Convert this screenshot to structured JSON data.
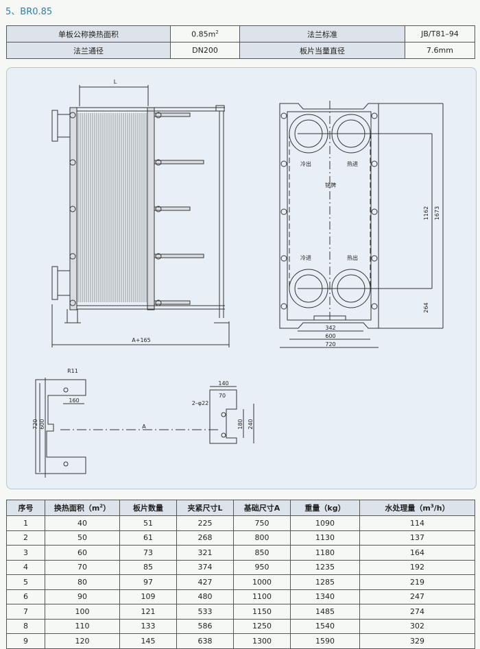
{
  "title": "5、BR0.85",
  "spec": {
    "r1": {
      "k1": "单板公称换热面积",
      "v1": "0.85m",
      "v1_sup": "2",
      "k2": "法兰标准",
      "v2": "JB/T81–94"
    },
    "r2": {
      "k1": "法兰通径",
      "v1": "DN200",
      "k2": "板片当量直径",
      "v2": "7.6mm"
    }
  },
  "drawing": {
    "side": {
      "L": "L",
      "A165": "A+165"
    },
    "front": {
      "cold_out": "冷出",
      "hot_in": "热进",
      "nameplate": "铭牌",
      "cold_in": "冷进",
      "hot_out": "热出",
      "d1162": "1162",
      "d1673": "1673",
      "d264": "264",
      "d342": "342",
      "d600": "600",
      "d720": "720"
    },
    "foundation": {
      "R11": "R11",
      "d160": "160",
      "d720": "720",
      "d600": "600",
      "A": "A",
      "d140": "140",
      "d70": "70",
      "hole": "2–φ22",
      "d180": "180",
      "d240": "240"
    }
  },
  "table": {
    "headers": [
      "序号",
      "换热面积（m",
      "板片数量",
      "夹紧尺寸L",
      "基础尺寸A",
      "重量（kg）",
      "水处理量（m"
    ],
    "header_sup": {
      "area": "2",
      "flow": "3"
    },
    "header_tail": {
      "area": "）",
      "flow": "/h）"
    },
    "rows": [
      [
        "1",
        "40",
        "51",
        "225",
        "750",
        "1090",
        "114"
      ],
      [
        "2",
        "50",
        "61",
        "268",
        "800",
        "1130",
        "137"
      ],
      [
        "3",
        "60",
        "73",
        "321",
        "850",
        "1180",
        "164"
      ],
      [
        "4",
        "70",
        "85",
        "374",
        "950",
        "1235",
        "192"
      ],
      [
        "5",
        "80",
        "97",
        "427",
        "1000",
        "1285",
        "219"
      ],
      [
        "6",
        "90",
        "109",
        "480",
        "1100",
        "1340",
        "247"
      ],
      [
        "7",
        "100",
        "121",
        "533",
        "1150",
        "1485",
        "274"
      ],
      [
        "8",
        "110",
        "133",
        "586",
        "1250",
        "1540",
        "302"
      ],
      [
        "9",
        "120",
        "145",
        "638",
        "1300",
        "1590",
        "329"
      ]
    ]
  }
}
